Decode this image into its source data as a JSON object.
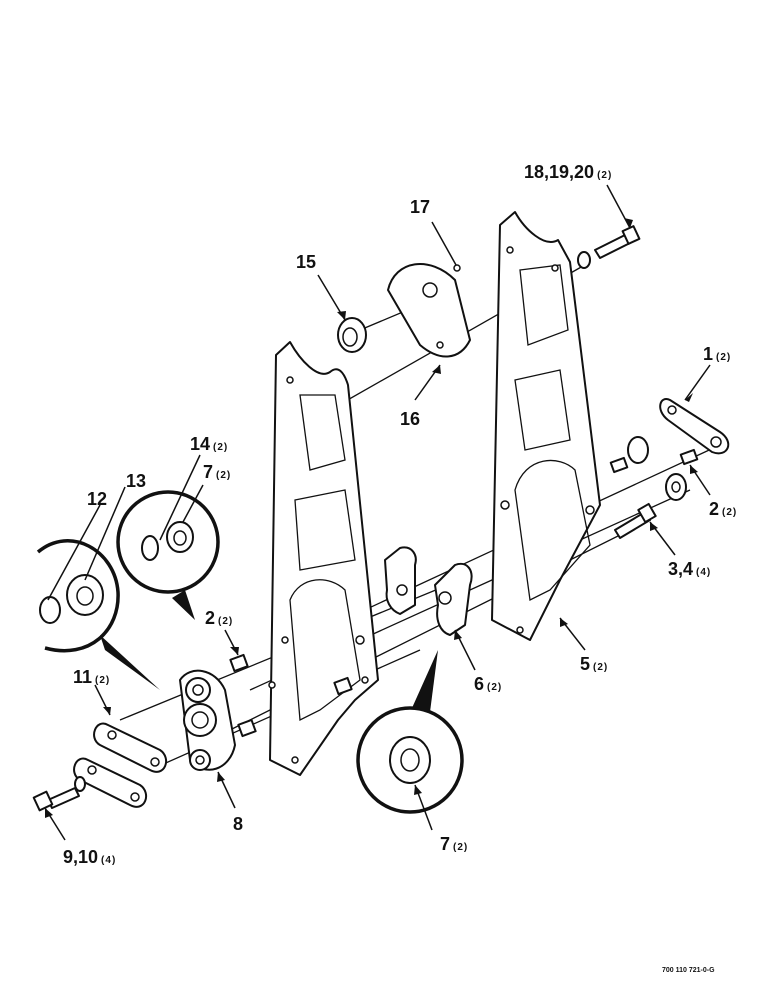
{
  "figure_number": "700 110 721-0-G",
  "callouts": [
    {
      "id": "c-18-19-20",
      "number": "18,19,20",
      "qty": "(2)"
    },
    {
      "id": "c-17",
      "number": "17",
      "qty": ""
    },
    {
      "id": "c-15",
      "number": "15",
      "qty": ""
    },
    {
      "id": "c-16",
      "number": "16",
      "qty": ""
    },
    {
      "id": "c-1",
      "number": "1",
      "qty": "(2)"
    },
    {
      "id": "c-14",
      "number": "14",
      "qty": "(2)"
    },
    {
      "id": "c-7a",
      "number": "7",
      "qty": "(2)"
    },
    {
      "id": "c-13",
      "number": "13",
      "qty": ""
    },
    {
      "id": "c-12",
      "number": "12",
      "qty": ""
    },
    {
      "id": "c-2a",
      "number": "2",
      "qty": "(2)"
    },
    {
      "id": "c-2b",
      "number": "2",
      "qty": "(2)"
    },
    {
      "id": "c-3-4",
      "number": "3,4",
      "qty": "(4)"
    },
    {
      "id": "c-11",
      "number": "11",
      "qty": "(2)"
    },
    {
      "id": "c-6",
      "number": "6",
      "qty": "(2)"
    },
    {
      "id": "c-5",
      "number": "5",
      "qty": "(2)"
    },
    {
      "id": "c-8",
      "number": "8",
      "qty": ""
    },
    {
      "id": "c-9-10",
      "number": "9,10",
      "qty": "(4)"
    },
    {
      "id": "c-7b",
      "number": "7",
      "qty": "(2)"
    }
  ]
}
